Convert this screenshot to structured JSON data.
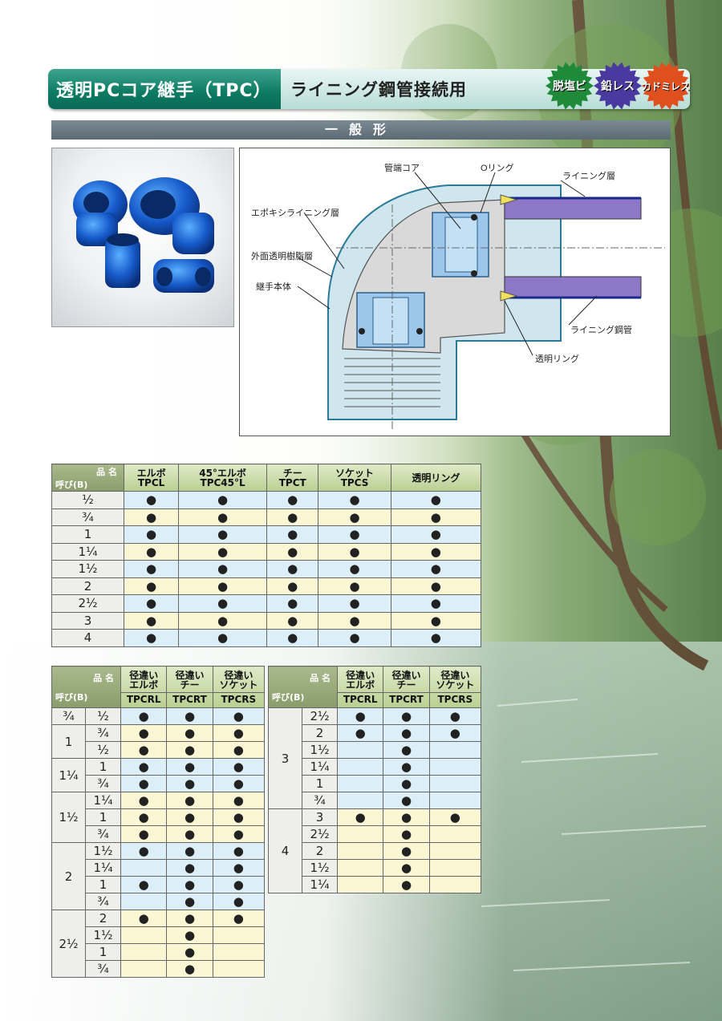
{
  "header": {
    "title": "透明PCコア継手（TPC）",
    "subtitle": "ライニング鋼管接続用",
    "badges": [
      {
        "label": "脱塩ビ",
        "color": "#1f8a3a"
      },
      {
        "label": "鉛レス",
        "color": "#4a3aa0"
      },
      {
        "label": "カドミレス",
        "color": "#e0501e"
      }
    ]
  },
  "section": {
    "title": "一般形"
  },
  "diagram": {
    "labels": {
      "core": "管端コア",
      "oring": "Oリング",
      "lining_layer": "ライニング層",
      "epoxy": "エポキシライニング層",
      "outer_resin": "外面透明樹脂層",
      "body": "継手本体",
      "lining_pipe": "ライニング鋼管",
      "clear_ring": "透明リング"
    }
  },
  "table1": {
    "corner_top": "品 名",
    "corner_bottom": "呼び(B)",
    "columns": [
      {
        "name": "エルボ",
        "code": "TPCL"
      },
      {
        "name": "45°エルボ",
        "code": "TPC45°L"
      },
      {
        "name": "チー",
        "code": "TPCT"
      },
      {
        "name": "ソケット",
        "code": "TPCS"
      },
      {
        "name": "透明リング",
        "code": ""
      }
    ],
    "rows": [
      {
        "size": "½",
        "marks": [
          "●",
          "●",
          "●",
          "●",
          "●"
        ]
      },
      {
        "size": "¾",
        "marks": [
          "●",
          "●",
          "●",
          "●",
          "●"
        ]
      },
      {
        "size": "1",
        "marks": [
          "●",
          "●",
          "●",
          "●",
          "●"
        ]
      },
      {
        "size": "1¼",
        "marks": [
          "●",
          "●",
          "●",
          "●",
          "●"
        ]
      },
      {
        "size": "1½",
        "marks": [
          "●",
          "●",
          "●",
          "●",
          "●"
        ]
      },
      {
        "size": "2",
        "marks": [
          "●",
          "●",
          "●",
          "●",
          "●"
        ]
      },
      {
        "size": "2½",
        "marks": [
          "●",
          "●",
          "●",
          "●",
          "●"
        ]
      },
      {
        "size": "3",
        "marks": [
          "●",
          "●",
          "●",
          "●",
          "●"
        ]
      },
      {
        "size": "4",
        "marks": [
          "●",
          "●",
          "●",
          "●",
          "●"
        ]
      }
    ]
  },
  "table2": {
    "corner_top": "品 名",
    "corner_bottom": "呼び(B)",
    "columns": [
      {
        "name": "径違い エルボ",
        "code": "TPCRL"
      },
      {
        "name": "径違い チー",
        "code": "TPCRT"
      },
      {
        "name": "径違い ソケット",
        "code": "TPCRS"
      }
    ],
    "groups": [
      {
        "size": "¾",
        "rows": [
          {
            "sub": "½",
            "marks": [
              "●",
              "●",
              "●"
            ]
          }
        ]
      },
      {
        "size": "1",
        "rows": [
          {
            "sub": "¾",
            "marks": [
              "●",
              "●",
              "●"
            ]
          },
          {
            "sub": "½",
            "marks": [
              "●",
              "●",
              "●"
            ]
          }
        ]
      },
      {
        "size": "1¼",
        "rows": [
          {
            "sub": "1",
            "marks": [
              "●",
              "●",
              "●"
            ]
          },
          {
            "sub": "¾",
            "marks": [
              "●",
              "●",
              "●"
            ]
          }
        ]
      },
      {
        "size": "1½",
        "rows": [
          {
            "sub": "1¼",
            "marks": [
              "●",
              "●",
              "●"
            ]
          },
          {
            "sub": "1",
            "marks": [
              "●",
              "●",
              "●"
            ]
          },
          {
            "sub": "¾",
            "marks": [
              "●",
              "●",
              "●"
            ]
          }
        ]
      },
      {
        "size": "2",
        "rows": [
          {
            "sub": "1½",
            "marks": [
              "●",
              "●",
              "●"
            ]
          },
          {
            "sub": "1¼",
            "marks": [
              "",
              "●",
              "●"
            ]
          },
          {
            "sub": "1",
            "marks": [
              "●",
              "●",
              "●"
            ]
          },
          {
            "sub": "¾",
            "marks": [
              "",
              "●",
              "●"
            ]
          }
        ]
      },
      {
        "size": "2½",
        "rows": [
          {
            "sub": "2",
            "marks": [
              "●",
              "●",
              "●"
            ]
          },
          {
            "sub": "1½",
            "marks": [
              "",
              "●",
              ""
            ]
          },
          {
            "sub": "1",
            "marks": [
              "",
              "●",
              ""
            ]
          },
          {
            "sub": "¾",
            "marks": [
              "",
              "●",
              ""
            ]
          }
        ]
      }
    ]
  },
  "table3": {
    "corner_top": "品 名",
    "corner_bottom": "呼び(B)",
    "columns": [
      {
        "name": "径違い エルボ",
        "code": "TPCRL"
      },
      {
        "name": "径違い チー",
        "code": "TPCRT"
      },
      {
        "name": "径違い ソケット",
        "code": "TPCRS"
      }
    ],
    "groups": [
      {
        "size": "3",
        "rows": [
          {
            "sub": "2½",
            "marks": [
              "●",
              "●",
              "●"
            ]
          },
          {
            "sub": "2",
            "marks": [
              "●",
              "●",
              "●"
            ]
          },
          {
            "sub": "1½",
            "marks": [
              "",
              "●",
              ""
            ]
          },
          {
            "sub": "1¼",
            "marks": [
              "",
              "●",
              ""
            ]
          },
          {
            "sub": "1",
            "marks": [
              "",
              "●",
              ""
            ]
          },
          {
            "sub": "¾",
            "marks": [
              "",
              "●",
              ""
            ]
          }
        ]
      },
      {
        "size": "4",
        "rows": [
          {
            "sub": "3",
            "marks": [
              "●",
              "●",
              "●"
            ]
          },
          {
            "sub": "2½",
            "marks": [
              "",
              "●",
              ""
            ]
          },
          {
            "sub": "2",
            "marks": [
              "",
              "●",
              ""
            ]
          },
          {
            "sub": "1½",
            "marks": [
              "",
              "●",
              ""
            ]
          },
          {
            "sub": "1¼",
            "marks": [
              "",
              "●",
              ""
            ]
          }
        ]
      }
    ]
  }
}
